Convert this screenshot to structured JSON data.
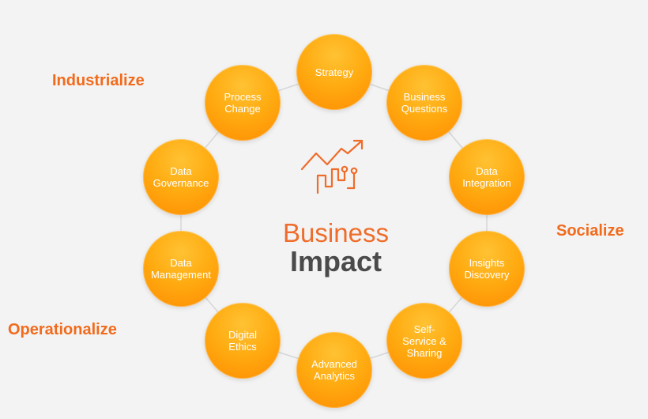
{
  "colors": {
    "accent": "#f26a1b",
    "node_fill_top": "#ffc233",
    "node_fill_bottom": "#ff8c00",
    "center_dark": "#4a4a4a",
    "background": "#f3f3f3"
  },
  "side_labels": {
    "industrialize": "Industrialize",
    "socialize": "Socialize",
    "operationalize": "Operationalize"
  },
  "center": {
    "icon": "trend-chart-icon",
    "line1": "Business",
    "line2": "Impact"
  },
  "nodes": [
    {
      "label": "Strategy"
    },
    {
      "label": "Business\nQuestions"
    },
    {
      "label": "Data\nIntegration"
    },
    {
      "label": "Insights\nDiscovery"
    },
    {
      "label": "Self-\nService &\nSharing"
    },
    {
      "label": "Advanced\nAnalytics"
    },
    {
      "label": "Digital\nEthics"
    },
    {
      "label": "Data\nManagement"
    },
    {
      "label": "Data\nGovernance"
    },
    {
      "label": "Process\nChange"
    }
  ]
}
